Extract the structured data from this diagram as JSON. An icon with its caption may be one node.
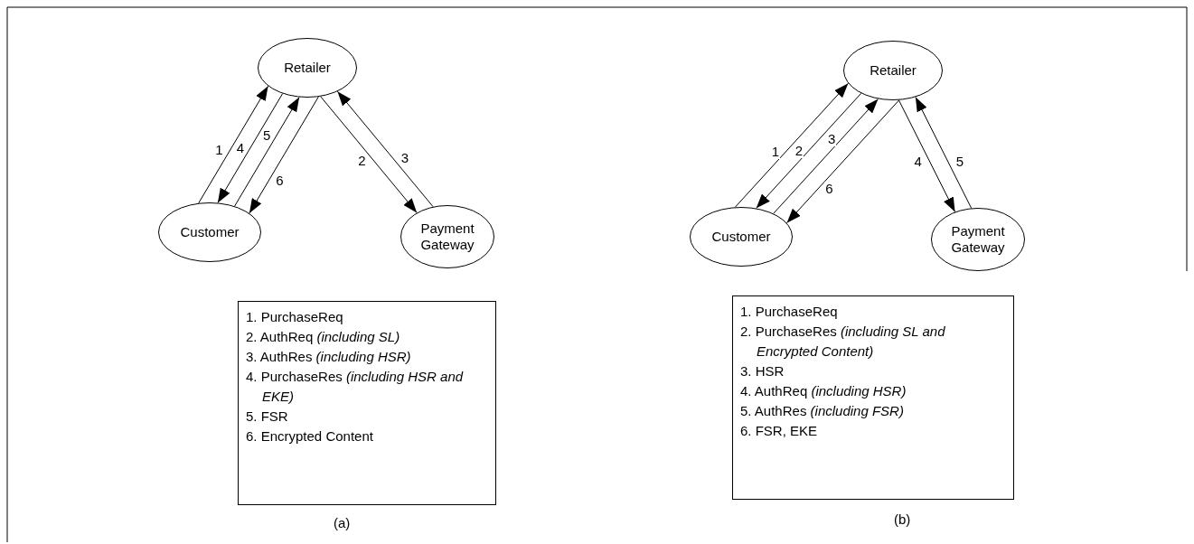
{
  "diagram": {
    "nodes": [
      {
        "text": [
          "Retailer"
        ]
      },
      {
        "text": [
          "Customer"
        ]
      },
      {
        "text": [
          "Payment Gateway"
        ]
      },
      {
        "text": [
          "1. PurchaseReq",
          "2. AuthReq *(including SL)*",
          "3. AuthRes *(including HSR)*",
          "4. PurchaseRes *(including HSR and EKE)*",
          "5. FSR",
          "6. Encrypted Content"
        ]
      },
      {
        "text": [
          "Retailer"
        ]
      },
      {
        "text": [
          "Customer"
        ]
      },
      {
        "text": [
          "Payment Gateway"
        ]
      },
      {
        "text": [
          "1. PurchaseReq",
          "2. PurchaseRes *(including SL and Encrypted Content)*",
          "3. HSR",
          "4. AuthReq *(including HSR)*",
          "5. AuthRes *(including FSR)*",
          "6. FSR, EKE"
        ]
      }
    ],
    "edges": [
      {
        "from": 1,
        "to": 0,
        "arrow": "to",
        "label": "1"
      },
      {
        "from": 0,
        "to": 2,
        "arrow": "to",
        "label": "2"
      },
      {
        "from": 2,
        "to": 0,
        "arrow": "to",
        "label": "3"
      },
      {
        "from": 0,
        "to": 1,
        "arrow": "to",
        "label": "4"
      },
      {
        "from": 1,
        "to": 0,
        "arrow": "to",
        "label": "5"
      },
      {
        "from": 0,
        "to": 1,
        "arrow": "to",
        "label": "6"
      },
      {
        "from": 5,
        "to": 4,
        "arrow": "to",
        "label": "1"
      },
      {
        "from": 4,
        "to": 5,
        "arrow": "to",
        "label": "2"
      },
      {
        "from": 5,
        "to": 4,
        "arrow": "to",
        "label": "3"
      },
      {
        "from": 4,
        "to": 6,
        "arrow": "to",
        "label": "4"
      },
      {
        "from": 6,
        "to": 4,
        "arrow": "to",
        "label": "5"
      },
      {
        "from": 4,
        "to": 5,
        "arrow": "to",
        "label": "6"
      }
    ],
    "labels": [
      "(a)",
      "(b)"
    ]
  }
}
